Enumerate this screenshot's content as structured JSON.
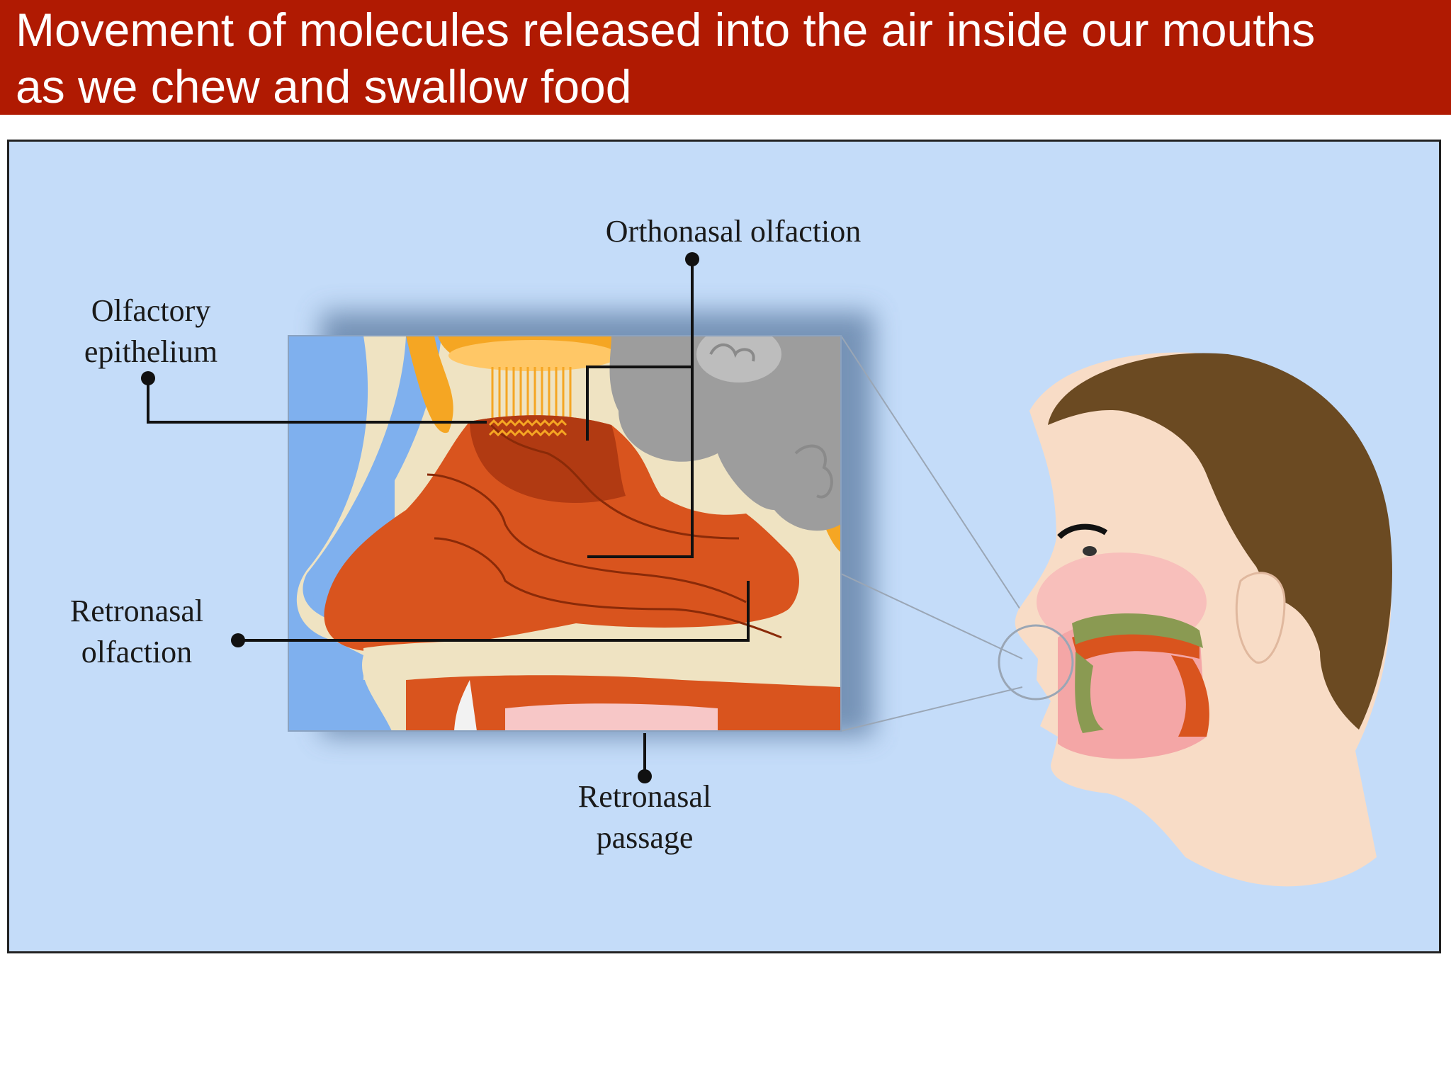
{
  "title": "Movement of molecules released into the air inside our mouths as we chew and swallow food",
  "diagram": {
    "labels": {
      "orthonasal": "Orthonasal olfaction",
      "olfactory_line1": "Olfactory",
      "olfactory_line2": "epithelium",
      "retronasal_olfaction_line1": "Retronasal",
      "retronasal_olfaction_line2": "olfaction",
      "retronasal_passage_line1": "Retronasal",
      "retronasal_passage_line2": "passage"
    },
    "colors": {
      "banner": "#b01a02",
      "background": "#c4dcf9",
      "tissue": "#d9541e",
      "bone": "#f5a623",
      "brain": "#9d9d9d",
      "hair": "#6b4a22",
      "skin": "#f8dcc6"
    }
  }
}
